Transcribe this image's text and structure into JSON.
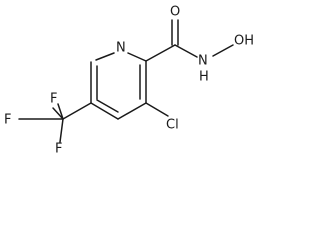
{
  "molecule": {
    "atoms": {
      "pyridine_n": "N",
      "carbonyl_o": "O",
      "amide_nh": "N",
      "amide_h": "H",
      "hydroxyl": "OH",
      "chlorine": "Cl",
      "fluorine_top": "F",
      "fluorine_left": "F",
      "fluorine_bottom": "F"
    }
  }
}
